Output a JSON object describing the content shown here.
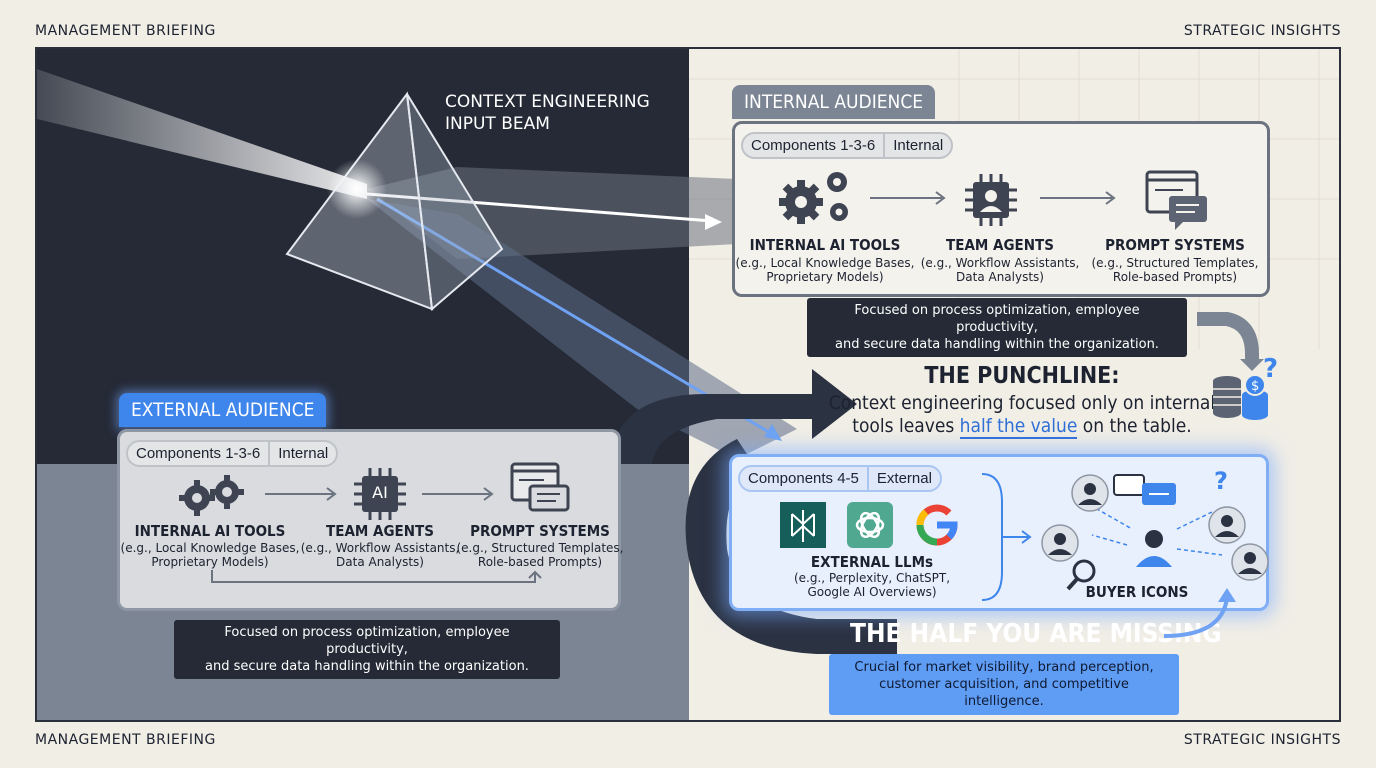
{
  "header": {
    "left": "MANAGEMENT BRIEFING",
    "right": "STRATEGIC INSIGHTS"
  },
  "footer": {
    "left": "MANAGEMENT BRIEFING",
    "right": "STRATEGIC INSIGHTS"
  },
  "beam": {
    "label_line1": "CONTEXT ENGINEERING",
    "label_line2": "INPUT BEAM"
  },
  "internal": {
    "tag": "INTERNAL AUDIENCE",
    "pill_left": "Components 1-3-6",
    "pill_right": "Internal",
    "items": [
      {
        "title": "INTERNAL AI TOOLS",
        "sub1": "(e.g., Local Knowledge Bases,",
        "sub2": "Proprietary Models)",
        "icon": "gears-icon"
      },
      {
        "title": "TEAM AGENTS",
        "sub1": "(e.g., Workflow Assistants,",
        "sub2": "Data Analysts)",
        "icon": "agent-chip-icon"
      },
      {
        "title": "PROMPT SYSTEMS",
        "sub1": "(e.g., Structured Templates,",
        "sub2": "Role-based Prompts)",
        "icon": "chat-window-icon"
      }
    ],
    "note_line1": "Focused on process optimization, employee productivity,",
    "note_line2": "and secure data handling within the organization."
  },
  "external": {
    "tag": "EXTERNAL AUDIENCE",
    "pill_left": "Components 1-3-6",
    "pill_right": "Internal",
    "chip_text": "AI",
    "items": [
      {
        "title": "INTERNAL AI TOOLS",
        "sub1": "(e.g., Local Knowledge Bases,",
        "sub2": "Proprietary Models)"
      },
      {
        "title": "TEAM AGENTS",
        "sub1": "(e.g., Workflow Assistants,",
        "sub2": "Data Analysts)"
      },
      {
        "title": "PROMPT SYSTEMS",
        "sub1": "(e.g., Structured Templates,",
        "sub2": "Role-based Prompts)"
      }
    ],
    "note_line1": "Focused on process optimization, employee productivity,",
    "note_line2": "and secure data handling within the organization."
  },
  "punchline": {
    "title": "THE PUNCHLINE:",
    "line1": "Context engineering focused only on internal",
    "line2_pre": "tools leaves ",
    "line2_hl": "half the value",
    "line2_post": " on the table."
  },
  "external_panel": {
    "pill_left": "Components 4-5",
    "pill_right": "External",
    "llm_title": "EXTERNAL LLMs",
    "llm_sub1": "(e.g., Perplexity, ChatSPT,",
    "llm_sub2": "Google AI Overviews)",
    "buyer_label": "BUYER ICONS",
    "question": "?"
  },
  "missing": {
    "title": "THE HALF YOU ARE MISSING",
    "note_line1": "Crucial for market visibility, brand perception,",
    "note_line2": "customer acquisition, and competitive intelligence."
  },
  "colors": {
    "dark": "#252a36",
    "accent_blue": "#2f6fd6",
    "light_blue": "#7faef5",
    "paper": "#f1eee6"
  }
}
